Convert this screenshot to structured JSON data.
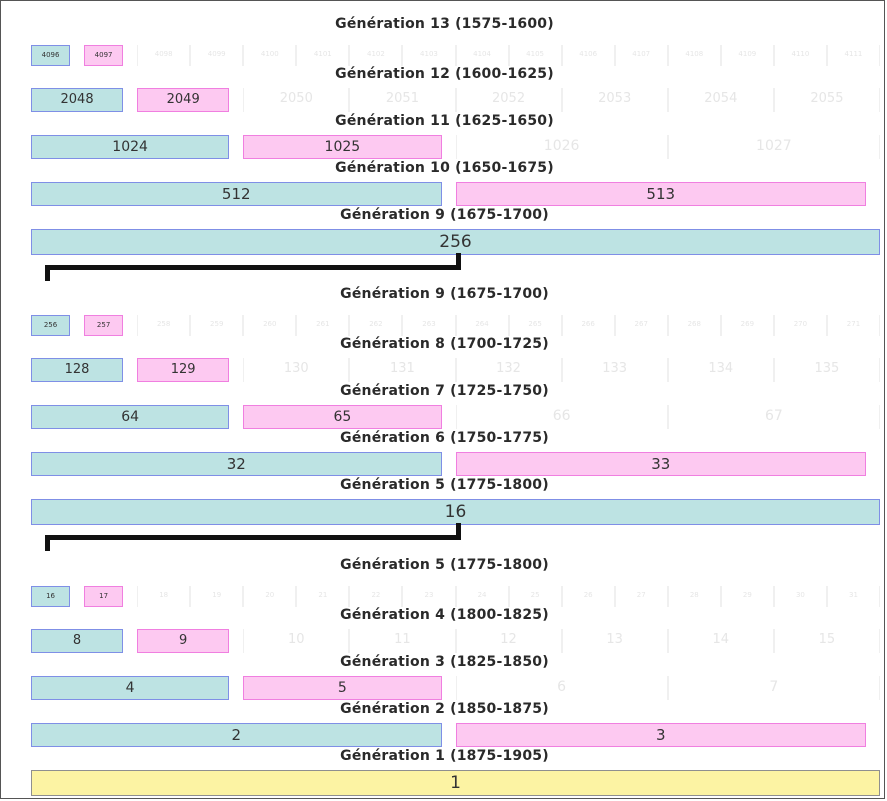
{
  "panels": [
    {
      "generations": [
        {
          "title": "Génération 13 (1575-1600)",
          "labels": [
            "4096",
            "4097",
            "4098",
            "4099",
            "4100",
            "4101",
            "4102",
            "4103",
            "4104",
            "4105",
            "4106",
            "4107",
            "4108",
            "4109",
            "4110",
            "4111"
          ]
        },
        {
          "title": "Génération 12 (1600-1625)",
          "labels": [
            "2048",
            "2049",
            "2050",
            "2051",
            "2052",
            "2053",
            "2054",
            "2055"
          ]
        },
        {
          "title": "Génération 11 (1625-1650)",
          "labels": [
            "1024",
            "1025",
            "1026",
            "1027"
          ]
        },
        {
          "title": "Génération 10 (1650-1675)",
          "labels": [
            "512",
            "513"
          ]
        },
        {
          "title": "Génération 9 (1675-1700)",
          "labels": [
            "256"
          ]
        }
      ]
    },
    {
      "generations": [
        {
          "title": "Génération 9 (1675-1700)",
          "labels": [
            "256",
            "257",
            "258",
            "259",
            "260",
            "261",
            "262",
            "263",
            "264",
            "265",
            "266",
            "267",
            "268",
            "269",
            "270",
            "271"
          ]
        },
        {
          "title": "Génération 8 (1700-1725)",
          "labels": [
            "128",
            "129",
            "130",
            "131",
            "132",
            "133",
            "134",
            "135"
          ]
        },
        {
          "title": "Génération 7 (1725-1750)",
          "labels": [
            "64",
            "65",
            "66",
            "67"
          ]
        },
        {
          "title": "Génération 6 (1750-1775)",
          "labels": [
            "32",
            "33"
          ]
        },
        {
          "title": "Génération 5 (1775-1800)",
          "labels": [
            "16"
          ]
        }
      ]
    },
    {
      "generations": [
        {
          "title": "Génération 5 (1775-1800)",
          "labels": [
            "16",
            "17",
            "18",
            "19",
            "20",
            "21",
            "22",
            "23",
            "24",
            "25",
            "26",
            "27",
            "28",
            "29",
            "30",
            "31"
          ]
        },
        {
          "title": "Génération 4 (1800-1825)",
          "labels": [
            "8",
            "9",
            "10",
            "11",
            "12",
            "13",
            "14",
            "15"
          ]
        },
        {
          "title": "Génération 3 (1825-1850)",
          "labels": [
            "4",
            "5",
            "6",
            "7"
          ]
        },
        {
          "title": "Génération 2 (1850-1875)",
          "labels": [
            "2",
            "3"
          ]
        },
        {
          "title": "Génération 1 (1875-1905)",
          "labels": [
            "1"
          ]
        }
      ]
    }
  ],
  "colors": {
    "male_fill": "#bde3e3",
    "male_border": "#7f8fe6",
    "female_fill": "#fdc9f1",
    "female_border": "#f07fe0",
    "root_fill": "#fcf3a3",
    "root_border": "#8f8f8f"
  }
}
